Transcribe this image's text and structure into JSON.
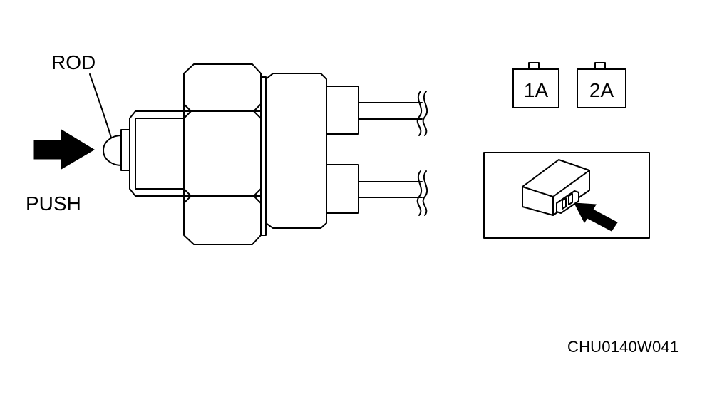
{
  "labels": {
    "rod": "ROD",
    "push": "PUSH",
    "figure_code": "CHU0140W041"
  },
  "connectors": [
    {
      "id": "1A",
      "label": "1A"
    },
    {
      "id": "2A",
      "label": "2A"
    }
  ],
  "colors": {
    "ink": "#000000",
    "paper": "#ffffff"
  }
}
